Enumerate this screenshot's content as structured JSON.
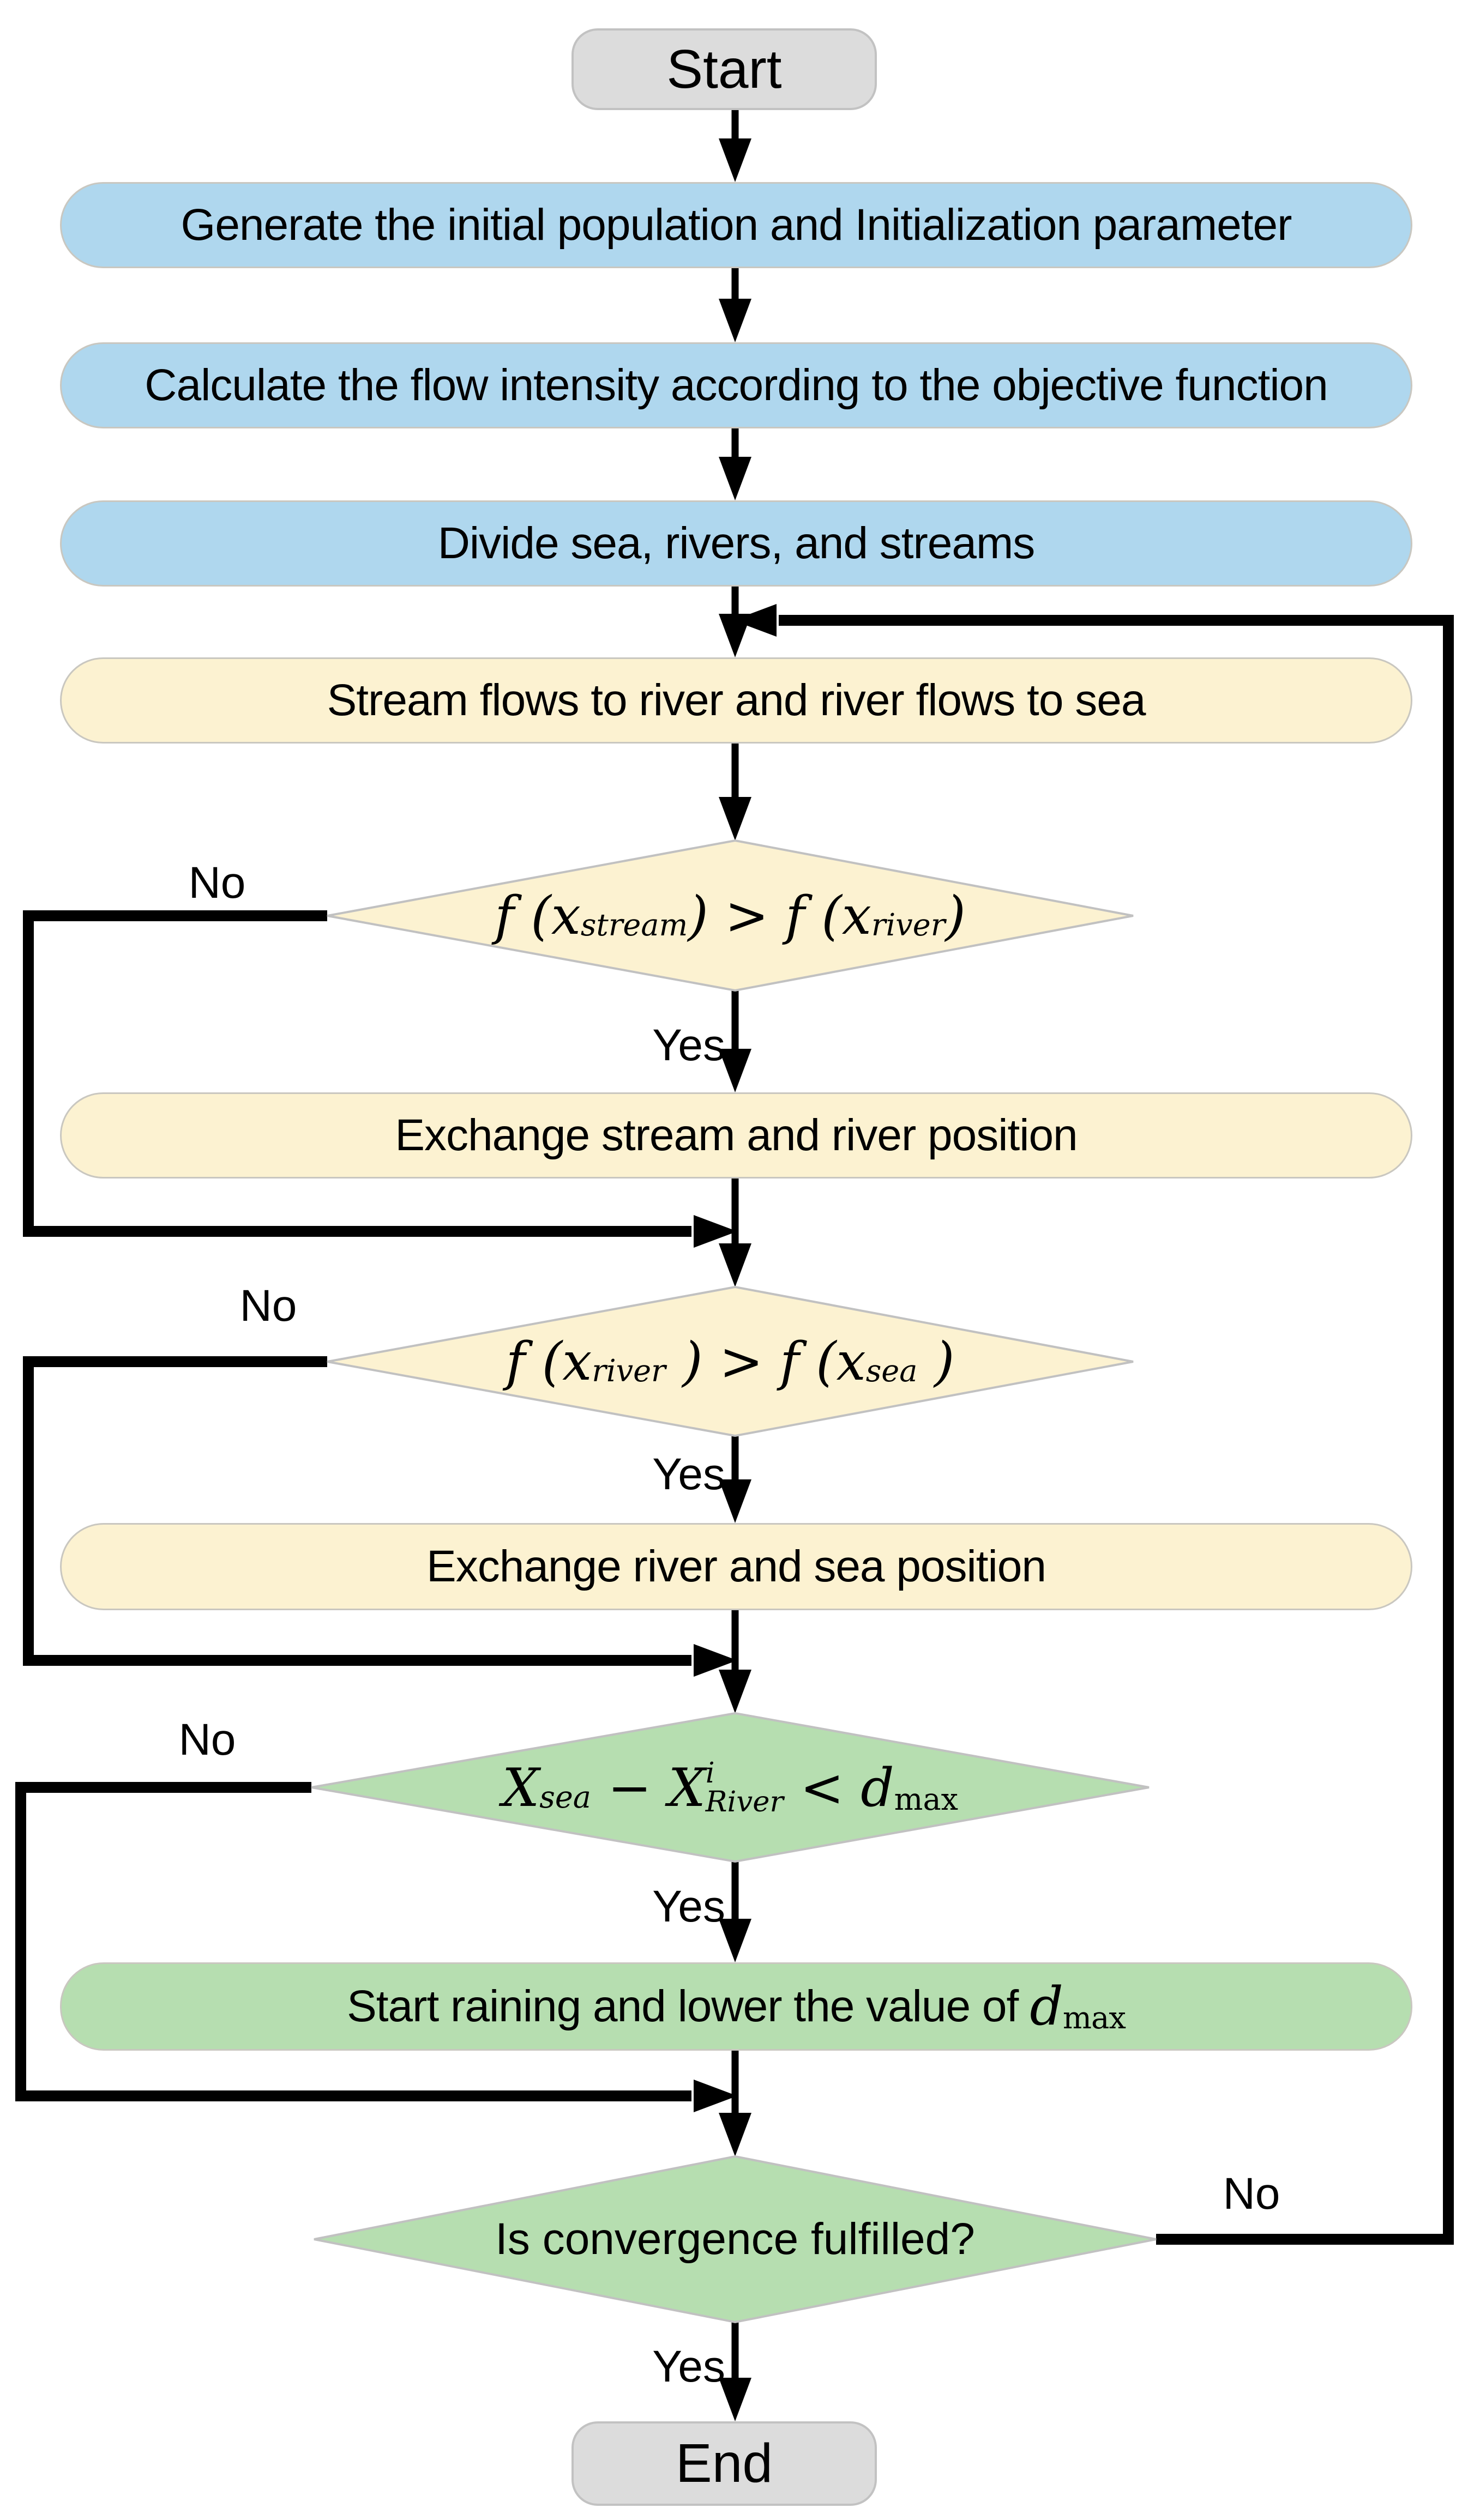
{
  "colors": {
    "terminal_fill": "#dcdcdc",
    "process_fill": "#afd7ee",
    "stage_fill": "#fcf2d1",
    "green_fill": "#b6deb0",
    "arrow": "#000000"
  },
  "labels": {
    "yes": "Yes",
    "no": "No"
  },
  "nodes": {
    "start": "Start",
    "generate": "Generate the initial population and Initialization parameter",
    "calculate": "Calculate the flow intensity according to the objective function",
    "divide": "Divide sea, rivers, and streams",
    "stream_flows": "Stream flows to river and river flows to sea",
    "exchange_stream_river": "Exchange stream and river position",
    "exchange_river_sea": "Exchange river and sea position",
    "raining_prefix": "Start raining and lower the value of",
    "raining_d": "d",
    "raining_sub": "max",
    "convergence": "Is convergence fulfilled?",
    "end": "End"
  },
  "decisions": {
    "d1": {
      "t1": "f (x",
      "s1": "stream",
      "t2": ") > f (x",
      "s2": "river",
      "t3": ")"
    },
    "d2": {
      "t1": "f (x",
      "s1": "river",
      "t2": " ) > f (x",
      "s2": "sea",
      "t3": " )"
    },
    "d3": {
      "t1": "X",
      "s1": "sea",
      "t2": " − X",
      "sup": "i",
      "s2": "River",
      "t3": " < d",
      "s3": "max"
    }
  }
}
